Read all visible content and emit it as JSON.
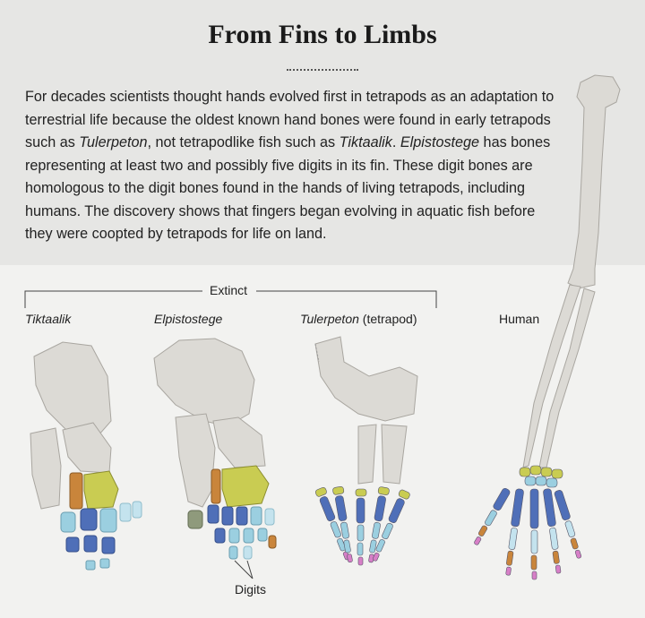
{
  "title": "From Fins to Limbs",
  "intro": {
    "s1_a": "For decades scientists thought hands evolved first in tetrapods as an adaptation to terrestrial life because the oldest known hand bones were found in early tetrapods such as ",
    "s1_tulerpeton": "Tulerpeton",
    "s1_b": ", not tetrapodlike fish such as ",
    "s1_tiktaalik": "Tiktaalik",
    "s1_c": ". ",
    "s2_elpistostege": "Elpistostege",
    "s2_rest": " has bones representing at least two and possibly five digits in its fin. These digit bones are homologous to the digit bones found in the hands of living tetrapods, including humans. The discovery shows that fingers began evolving in aquatic fish before they were coopted by tetrapods for life on land."
  },
  "bracket_label": "Extinct",
  "specimens": {
    "tiktaalik": "Tiktaalik",
    "elpistostege": "Elpistostege",
    "tulerpeton": "Tulerpeton",
    "tulerpeton_note": " (tetrapod)",
    "human": "Human"
  },
  "digits_label": "Digits",
  "colors": {
    "bone": "#dcdad5",
    "bone_shadow": "#b9b6b0",
    "wrist_yellow": "#c9cc52",
    "wrist_orange": "#c9853b",
    "metacarpal_blue": "#4f6fb8",
    "phalanx_light_blue": "#9bcfe0",
    "pale_blue": "#c4e3ee",
    "gray_green": "#8f9a7c",
    "tip_pink": "#d77fc7",
    "background": "#f2f2f0",
    "band": "#e6e6e4"
  }
}
